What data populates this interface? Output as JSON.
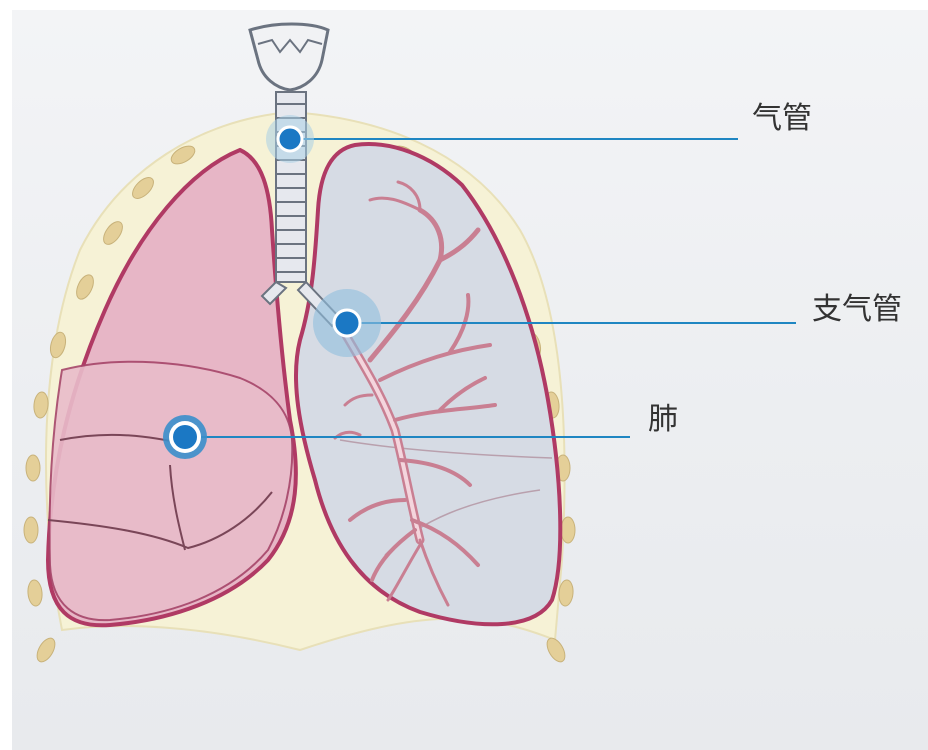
{
  "labels": {
    "trachea": "气管",
    "bronchus": "支气管",
    "lung": "肺"
  },
  "colors": {
    "lung_pink": "#e7b6c6",
    "lung_outline": "#b03a64",
    "lung_gray": "#d6dbe4",
    "chest_fill": "#f6f2d6",
    "rib": "#e4cf98",
    "leader_line": "#1f86c2",
    "marker_blue": "#1b78c4",
    "halo": "#a9cfe6"
  }
}
